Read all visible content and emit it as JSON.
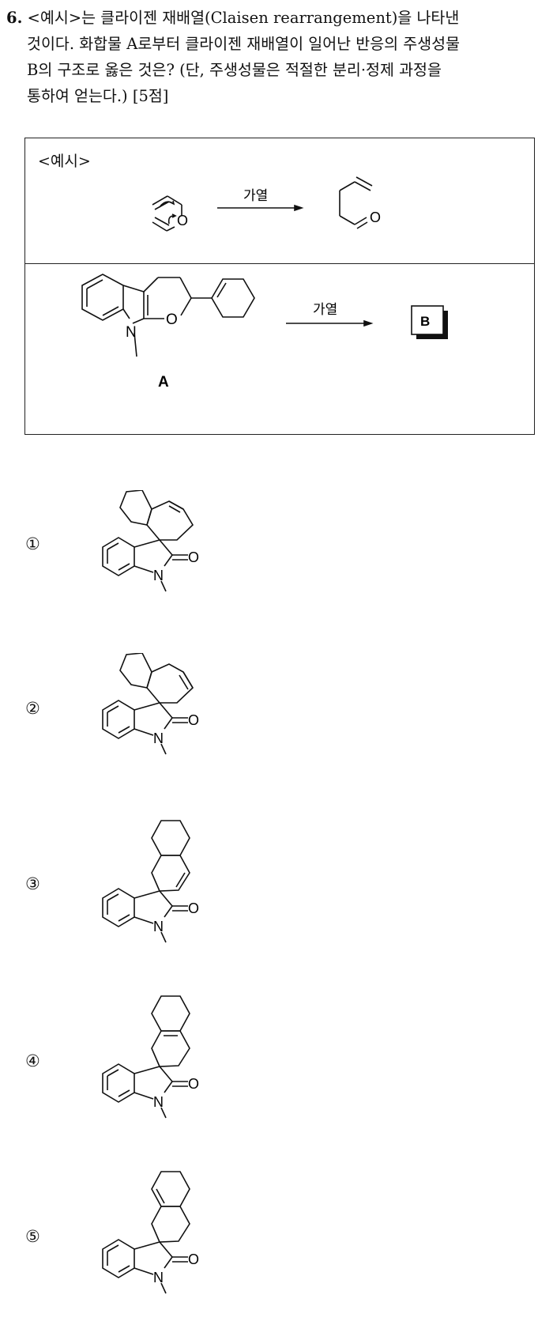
{
  "question": {
    "number": "6.",
    "line1": " <예시>는 클라이젠 재배열(Claisen rearrangement)을 나타낸",
    "line2": "것이다. 화합물 A로부터 클라이젠 재배열이 일어난 반응의 주생성물",
    "line3": "B의 구조로 옳은 것은? (단, 주생성물은 적절한 분리·정제 과정을",
    "line4": "통하여 얻는다.) [5점]"
  },
  "box": {
    "example_label": "<예시>",
    "heat_label_1": "가열",
    "heat_label_2": "가열",
    "compound_A_label": "A",
    "product_B_label": "B"
  },
  "atoms": {
    "oxygen": "O",
    "nitrogen": "N"
  },
  "choices": [
    {
      "number": "①"
    },
    {
      "number": "②"
    },
    {
      "number": "③"
    },
    {
      "number": "④"
    },
    {
      "number": "⑤"
    }
  ]
}
